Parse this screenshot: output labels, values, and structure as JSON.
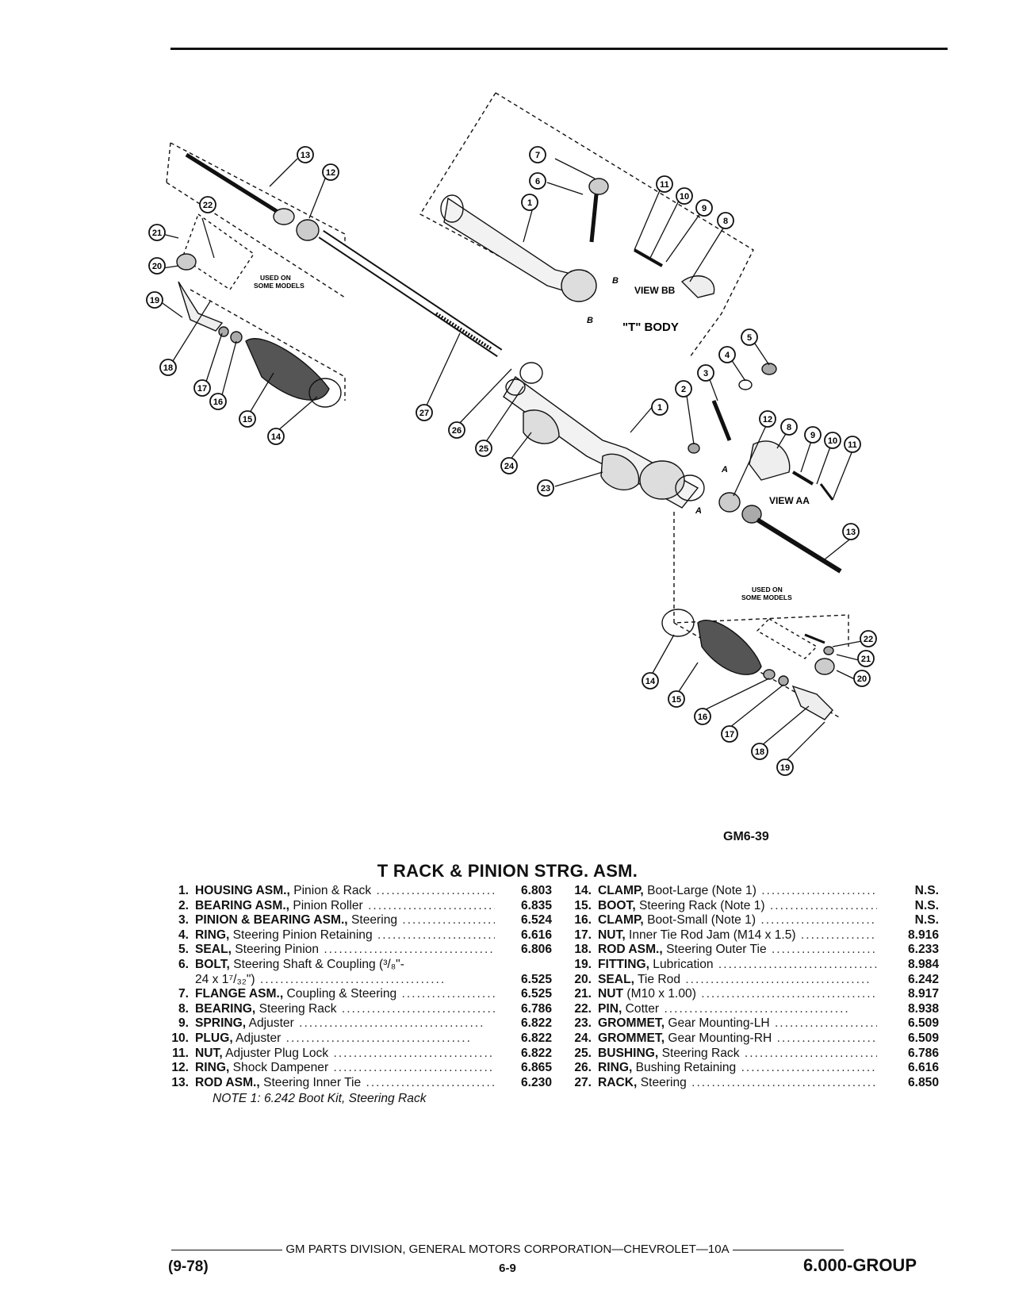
{
  "figure": {
    "code": "GM6-39",
    "labels": {
      "used_on_upper": [
        "USED ON",
        "SOME MODELS"
      ],
      "used_on_lower": [
        "USED ON",
        "SOME MODELS"
      ],
      "view_bb": "VIEW BB",
      "t_body": "\"T\" BODY",
      "view_aa": "VIEW AA",
      "section_a": "A",
      "section_b": "B"
    }
  },
  "section_title": "T RACK & PINION STRG. ASM.",
  "parts_left": [
    {
      "no": "1.",
      "name": "HOUSING ASM.,",
      "desc": " Pinion & Rack",
      "code": "6.803"
    },
    {
      "no": "2.",
      "name": "BEARING ASM.,",
      "desc": " Pinion Roller",
      "code": "6.835"
    },
    {
      "no": "3.",
      "name": "PINION & BEARING ASM.,",
      "desc": " Steering",
      "code": "6.524"
    },
    {
      "no": "4.",
      "name": "RING,",
      "desc": " Steering Pinion Retaining",
      "code": "6.616"
    },
    {
      "no": "5.",
      "name": "SEAL,",
      "desc": " Steering Pinion",
      "code": "6.806"
    },
    {
      "no": "6.",
      "name": "BOLT,",
      "desc": " Steering Shaft & Coupling (³/₈\"-",
      "code": ""
    },
    {
      "no": "",
      "name": "",
      "desc": "24 x 1⁷/₃₂\")",
      "code": "6.525"
    },
    {
      "no": "7.",
      "name": "FLANGE ASM.,",
      "desc": " Coupling & Steering",
      "code": "6.525"
    },
    {
      "no": "8.",
      "name": "BEARING,",
      "desc": " Steering Rack",
      "code": "6.786"
    },
    {
      "no": "9.",
      "name": "SPRING,",
      "desc": " Adjuster",
      "code": "6.822"
    },
    {
      "no": "10.",
      "name": "PLUG,",
      "desc": " Adjuster",
      "code": "6.822"
    },
    {
      "no": "11.",
      "name": "NUT,",
      "desc": " Adjuster Plug Lock",
      "code": "6.822"
    },
    {
      "no": "12.",
      "name": "RING,",
      "desc": " Shock Dampener",
      "code": "6.865"
    },
    {
      "no": "13.",
      "name": "ROD ASM.,",
      "desc": " Steering Inner Tie",
      "code": "6.230"
    }
  ],
  "note": "NOTE 1: 6.242 Boot Kit, Steering Rack",
  "parts_right": [
    {
      "no": "14.",
      "name": "CLAMP,",
      "desc": " Boot-Large (Note 1)",
      "code": "N.S."
    },
    {
      "no": "15.",
      "name": "BOOT,",
      "desc": " Steering Rack (Note 1)",
      "code": "N.S."
    },
    {
      "no": "16.",
      "name": "CLAMP,",
      "desc": " Boot-Small (Note 1)",
      "code": "N.S."
    },
    {
      "no": "17.",
      "name": "NUT,",
      "desc": " Inner Tie Rod Jam (M14 x 1.5)",
      "code": "8.916"
    },
    {
      "no": "18.",
      "name": "ROD ASM.,",
      "desc": " Steering Outer Tie",
      "code": "6.233"
    },
    {
      "no": "19.",
      "name": "FITTING,",
      "desc": " Lubrication",
      "code": "8.984"
    },
    {
      "no": "20.",
      "name": "SEAL,",
      "desc": " Tie Rod",
      "code": "6.242"
    },
    {
      "no": "21.",
      "name": "NUT",
      "desc": " (M10 x 1.00)",
      "code": "8.917"
    },
    {
      "no": "22.",
      "name": "PIN,",
      "desc": " Cotter",
      "code": "8.938"
    },
    {
      "no": "23.",
      "name": "GROMMET,",
      "desc": " Gear Mounting-LH",
      "code": "6.509"
    },
    {
      "no": "24.",
      "name": "GROMMET,",
      "desc": " Gear Mounting-RH",
      "code": "6.509"
    },
    {
      "no": "25.",
      "name": "BUSHING,",
      "desc": " Steering Rack",
      "code": "6.786"
    },
    {
      "no": "26.",
      "name": "RING,",
      "desc": " Bushing Retaining",
      "code": "6.616"
    },
    {
      "no": "27.",
      "name": "RACK,",
      "desc": " Steering",
      "code": "6.850"
    }
  ],
  "footer": {
    "publisher": "GM PARTS DIVISION, GENERAL MOTORS CORPORATION—CHEVROLET—10A",
    "date": "(9-78)",
    "page": "6-9",
    "group": "6.000-GROUP"
  },
  "callouts": [
    "13",
    "12",
    "21",
    "22",
    "20",
    "19",
    "18",
    "17",
    "16",
    "15",
    "14",
    "27",
    "26",
    "25",
    "24",
    "23",
    "1",
    "7",
    "6",
    "1",
    "11",
    "10",
    "9",
    "8",
    "5",
    "4",
    "3",
    "2",
    "12",
    "8",
    "9",
    "10",
    "11",
    "13",
    "22",
    "21",
    "20",
    "14",
    "15",
    "16",
    "17",
    "18",
    "19"
  ]
}
